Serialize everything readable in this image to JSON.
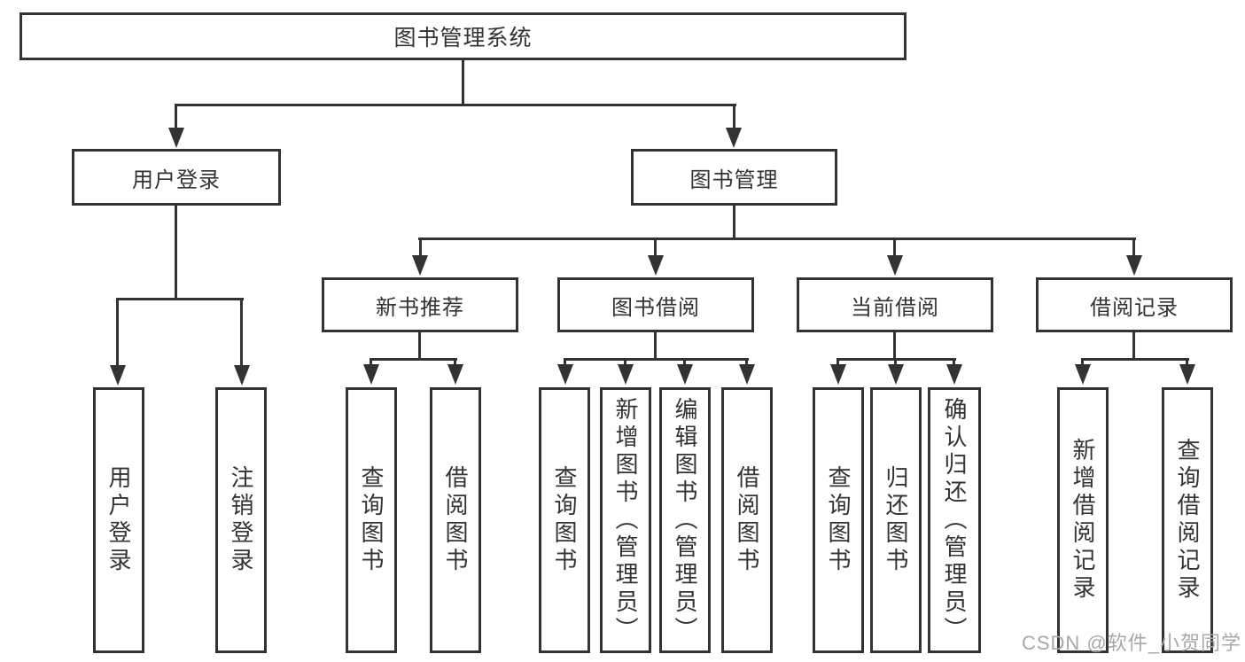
{
  "tree": {
    "root": {
      "label": "图书管理系统"
    },
    "branches": [
      {
        "label": "用户登录",
        "children": [
          {
            "label": "用户登录"
          },
          {
            "label": "注销登录"
          }
        ]
      },
      {
        "label": "图书管理",
        "children": [
          {
            "label": "新书推荐",
            "children": [
              {
                "label": "查询图书"
              },
              {
                "label": "借阅图书"
              }
            ]
          },
          {
            "label": "图书借阅",
            "children": [
              {
                "label": "查询图书"
              },
              {
                "label": "新增图书（管理员）"
              },
              {
                "label": "编辑图书（管理员）"
              },
              {
                "label": "借阅图书"
              }
            ]
          },
          {
            "label": "当前借阅",
            "children": [
              {
                "label": "查询图书"
              },
              {
                "label": "归还图书"
              },
              {
                "label": "确认归还（管理员）"
              }
            ]
          },
          {
            "label": "借阅记录",
            "children": [
              {
                "label": "新增借阅记录"
              },
              {
                "label": "查询借阅记录"
              }
            ]
          }
        ]
      }
    ]
  },
  "watermark": "CSDN @软件_小贺同学",
  "colors": {
    "line": "#333333",
    "text": "#333333",
    "watermark": "#a8a8a8",
    "background": "#ffffff"
  }
}
